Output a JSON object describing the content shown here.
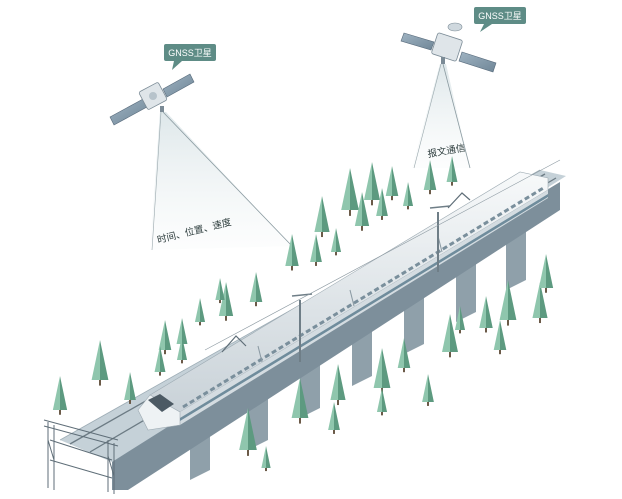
{
  "diagram": {
    "satellite_left_tag": "GNSS卫星",
    "satellite_right_tag": "GNSS卫星",
    "beam_left_label": "时间、位置、速度",
    "beam_right_label": "报文通信"
  },
  "colors": {
    "tag_fill": "#5e8c86",
    "tree_light": "#8fc6ad",
    "tree_dark": "#5d9a80",
    "viaduct_top": "#c5d1d8",
    "viaduct_side": "#7d8f9b",
    "train_body": "#e7ecef",
    "train_stripe": "#6f8c9c"
  }
}
